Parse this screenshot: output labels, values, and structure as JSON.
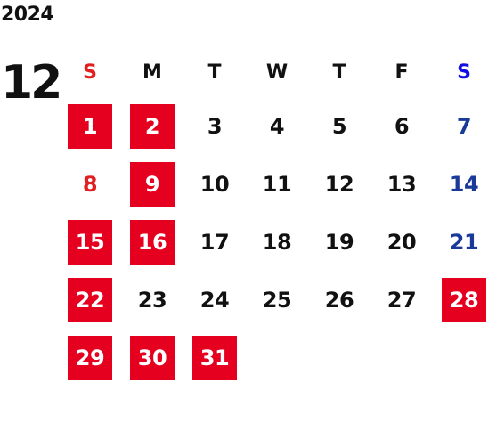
{
  "calendar": {
    "year": "2024",
    "month": "12",
    "colors": {
      "holiday_bg": "#e60020",
      "sunday_text": "#e02020",
      "saturday_text": "#1a3a9a",
      "weekday_text": "#111111",
      "saturday_header": "#1010e0",
      "holiday_text": "#ffffff"
    },
    "weekdays": [
      {
        "label": "S",
        "type": "sunday"
      },
      {
        "label": "M",
        "type": "weekday"
      },
      {
        "label": "T",
        "type": "weekday"
      },
      {
        "label": "W",
        "type": "weekday"
      },
      {
        "label": "T",
        "type": "weekday"
      },
      {
        "label": "F",
        "type": "weekday"
      },
      {
        "label": "S",
        "type": "saturday"
      }
    ],
    "weeks": [
      [
        {
          "day": "1",
          "holiday": true,
          "type": "sunday"
        },
        {
          "day": "2",
          "holiday": true,
          "type": "weekday"
        },
        {
          "day": "3",
          "holiday": false,
          "type": "weekday"
        },
        {
          "day": "4",
          "holiday": false,
          "type": "weekday"
        },
        {
          "day": "5",
          "holiday": false,
          "type": "weekday"
        },
        {
          "day": "6",
          "holiday": false,
          "type": "weekday"
        },
        {
          "day": "7",
          "holiday": false,
          "type": "saturday"
        }
      ],
      [
        {
          "day": "8",
          "holiday": false,
          "type": "sunday"
        },
        {
          "day": "9",
          "holiday": true,
          "type": "weekday"
        },
        {
          "day": "10",
          "holiday": false,
          "type": "weekday"
        },
        {
          "day": "11",
          "holiday": false,
          "type": "weekday"
        },
        {
          "day": "12",
          "holiday": false,
          "type": "weekday"
        },
        {
          "day": "13",
          "holiday": false,
          "type": "weekday"
        },
        {
          "day": "14",
          "holiday": false,
          "type": "saturday"
        }
      ],
      [
        {
          "day": "15",
          "holiday": true,
          "type": "sunday"
        },
        {
          "day": "16",
          "holiday": true,
          "type": "weekday"
        },
        {
          "day": "17",
          "holiday": false,
          "type": "weekday"
        },
        {
          "day": "18",
          "holiday": false,
          "type": "weekday"
        },
        {
          "day": "19",
          "holiday": false,
          "type": "weekday"
        },
        {
          "day": "20",
          "holiday": false,
          "type": "weekday"
        },
        {
          "day": "21",
          "holiday": false,
          "type": "saturday"
        }
      ],
      [
        {
          "day": "22",
          "holiday": true,
          "type": "sunday"
        },
        {
          "day": "23",
          "holiday": false,
          "type": "weekday"
        },
        {
          "day": "24",
          "holiday": false,
          "type": "weekday"
        },
        {
          "day": "25",
          "holiday": false,
          "type": "weekday"
        },
        {
          "day": "26",
          "holiday": false,
          "type": "weekday"
        },
        {
          "day": "27",
          "holiday": false,
          "type": "weekday"
        },
        {
          "day": "28",
          "holiday": true,
          "type": "saturday"
        }
      ],
      [
        {
          "day": "29",
          "holiday": true,
          "type": "sunday"
        },
        {
          "day": "30",
          "holiday": true,
          "type": "weekday"
        },
        {
          "day": "31",
          "holiday": true,
          "type": "weekday"
        }
      ]
    ]
  }
}
